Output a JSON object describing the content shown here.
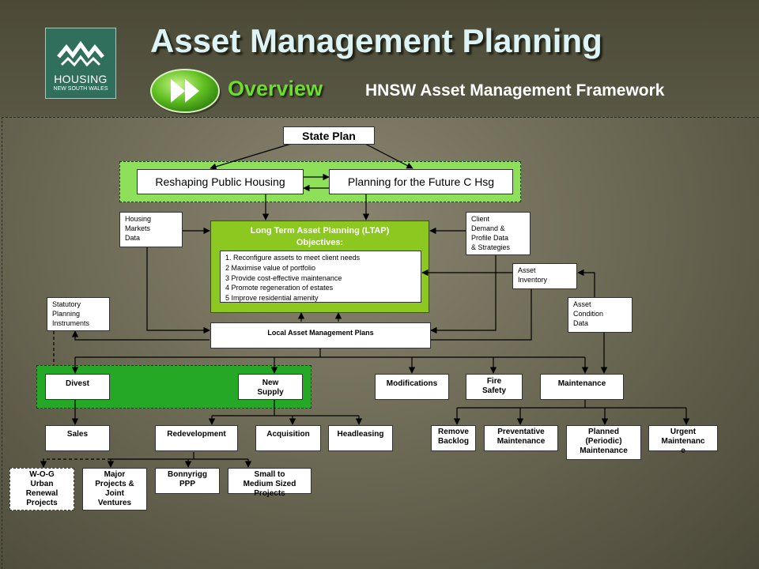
{
  "header": {
    "logo_line1": "HOUSING",
    "logo_line2": "NEW SOUTH WALES",
    "title": "Asset Management Planning",
    "overview_label": "Overview",
    "subtitle": "HNSW Asset Management Framework"
  },
  "colors": {
    "title": "#ddf4f6",
    "overview": "#6edc2e",
    "green_zone": "#8dc820",
    "logo_bg": "#2f6f5c"
  },
  "icons": {
    "play": "fast-forward-icon",
    "logo": "housing-roofs-icon"
  },
  "diagram": {
    "state_plan": "State Plan",
    "reshaping": "Reshaping Public Housing",
    "planning_future": "Planning for the Future C Hsg",
    "housing_markets": [
      "Housing",
      "Markets",
      "Data"
    ],
    "client_demand": [
      "Client",
      "Demand &",
      "Profile Data",
      "& Strategies"
    ],
    "ltap_title_1": "Long Term Asset Planning (LTAP)",
    "ltap_title_2": "Objectives:",
    "objectives": [
      "1. Reconfigure assets to meet client needs",
      "2  Maximise value of portfolio",
      "3  Provide cost-effective maintenance",
      "4  Promote regeneration of estates",
      "5  Improve residential amenity"
    ],
    "asset_inventory": [
      "Asset",
      "Inventory"
    ],
    "statutory": [
      "Statutory",
      "Planning",
      "Instruments"
    ],
    "asset_condition": [
      "Asset",
      "Condition",
      "Data"
    ],
    "local_plans": "Local Asset Management Plans",
    "divest": "Divest",
    "new_supply": [
      "New",
      "Supply"
    ],
    "modifications": "Modifications",
    "fire_safety": [
      "Fire",
      "Safety"
    ],
    "maintenance": "Maintenance",
    "sales": "Sales",
    "redevelopment": "Redevelopment",
    "acquisition": "Acquisition",
    "headleasing": "Headleasing",
    "remove_backlog": [
      "Remove",
      "Backlog"
    ],
    "preventative": [
      "Preventative",
      "Maintenance"
    ],
    "planned": [
      "Planned",
      "(Periodic)",
      "Maintenance"
    ],
    "urgent": [
      "Urgent",
      "Maintenanc",
      "e"
    ],
    "wog": [
      "W-O-G",
      "Urban",
      "Renewal",
      "Projects"
    ],
    "major": [
      "Major",
      "Projects &",
      "Joint",
      "Ventures"
    ],
    "bonnyrigg": [
      "Bonnyrigg",
      "PPP"
    ],
    "small_medium": [
      "Small to",
      "Medium Sized",
      "Projects"
    ]
  }
}
